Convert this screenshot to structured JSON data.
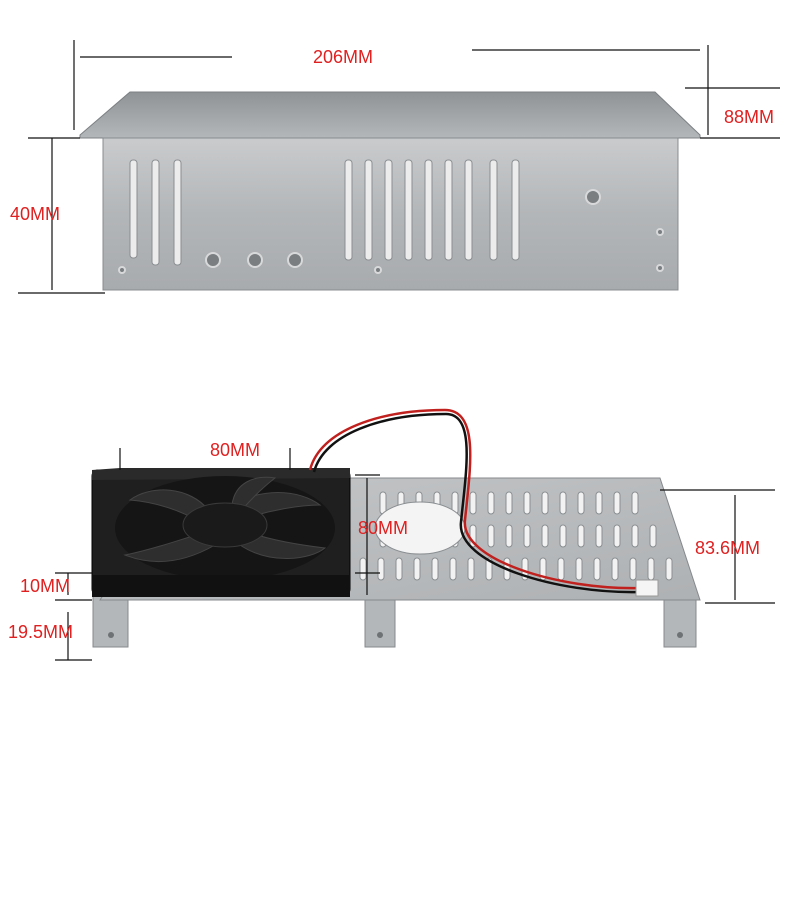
{
  "labels": {
    "length": "206MM",
    "flange": "88MM",
    "height": "40MM",
    "fan_width": "80MM",
    "fan_height": "80MM",
    "plate_depth": "83.6MM",
    "fan_thickness": "10MM",
    "leg_height": "19.5MM"
  },
  "colors": {
    "dimension_text": "#e02020",
    "dimension_line": "#111111",
    "metal": "#b9bcbf",
    "fan": "#1c1c1c",
    "wire_red": "#c0201e",
    "wire_black": "#111111"
  }
}
